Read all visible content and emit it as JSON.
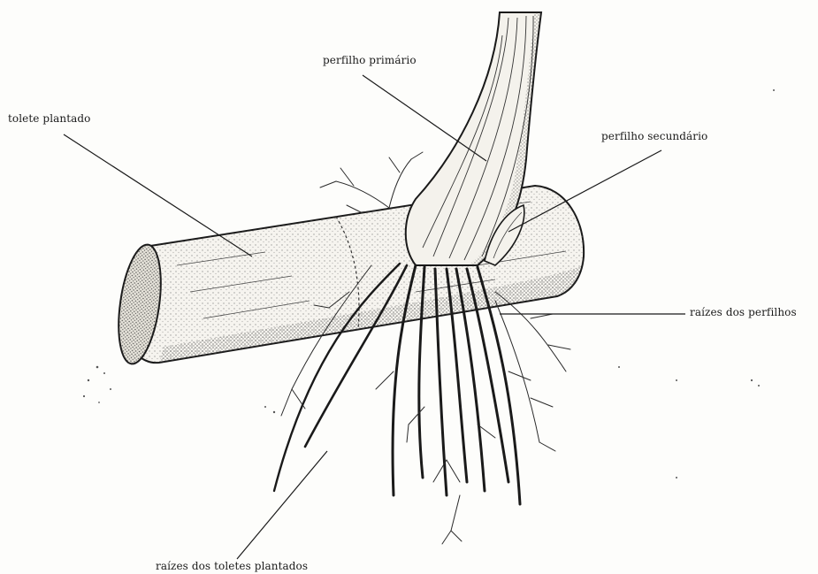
{
  "diagram": {
    "labels": {
      "tolete_plantado": "tolete plantado",
      "perfilho_primario": "perfilho primário",
      "perfilho_secundario": "perfilho secundário",
      "raizes_dos_perfilhos": "raízes dos perfilhos",
      "raizes_dos_toletes": "raízes dos toletes plantados"
    }
  }
}
